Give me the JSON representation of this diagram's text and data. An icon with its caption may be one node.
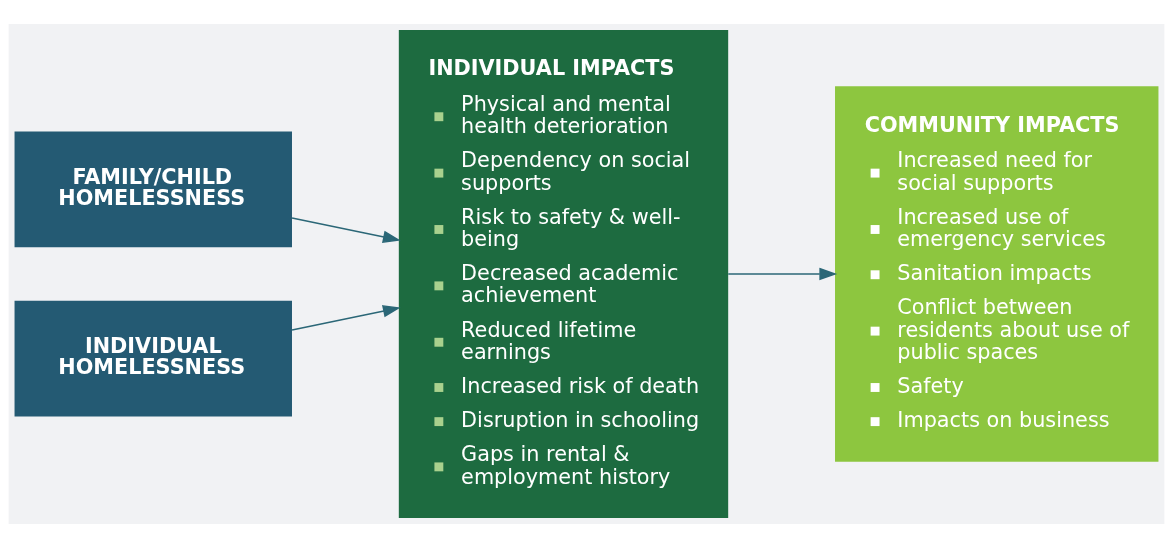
{
  "diagram": {
    "nodes": [
      {
        "text": [
          "FAMILY/CHILD HOMELESSNESS"
        ]
      },
      {
        "text": [
          "INDIVIDUAL HOMELESSNESS"
        ]
      },
      {
        "text": [
          "INDIVIDUAL IMPACTS",
          "Physical and mental health deterioration",
          "Dependency on social supports",
          "Risk to safety & well-being",
          "Decreased academic achievement",
          "Reduced lifetime earnings",
          "Increased risk of death",
          "Disruption in schooling",
          "Gaps in rental & employment history"
        ]
      },
      {
        "text": [
          "COMMUNITY IMPACTS",
          "Increased need for social supports",
          "Increased use of emergency services",
          "Sanitation impacts",
          "Conflict between residents about use of public spaces",
          "Safety",
          "Impacts on business"
        ]
      }
    ],
    "edges": [
      {
        "from": 0,
        "to": 2,
        "arrow": "to"
      },
      {
        "from": 1,
        "to": 2,
        "arrow": "to"
      },
      {
        "from": 2,
        "to": 3,
        "arrow": "to"
      }
    ]
  }
}
